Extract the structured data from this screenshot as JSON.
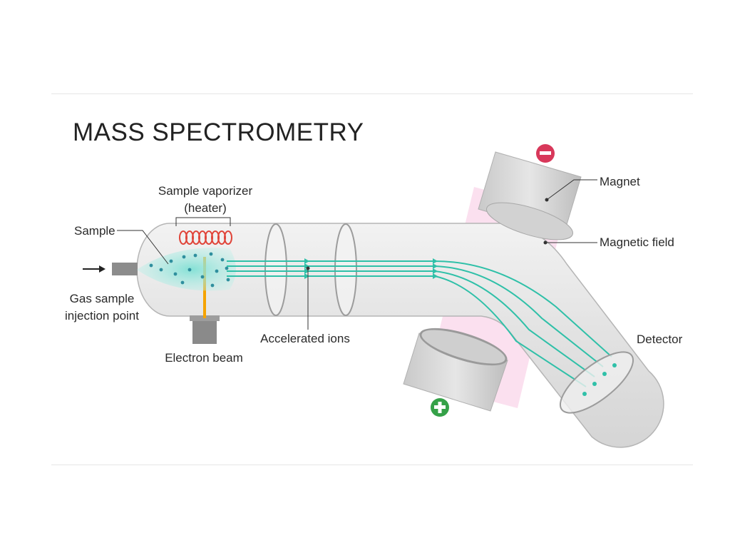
{
  "title": "MASS SPECTROMETRY",
  "labels": {
    "sample_vaporizer_line1": "Sample vaporizer",
    "sample_vaporizer_line2": "(heater)",
    "sample": "Sample",
    "gas_sample_line1": "Gas sample",
    "gas_sample_line2": "injection point",
    "electron_beam": "Electron beam",
    "accelerated_ions": "Accelerated ions",
    "magnet": "Magnet",
    "magnetic_field": "Magnetic field",
    "detector": "Detector"
  },
  "colors": {
    "tube": "#e4e4e4",
    "tube_stroke": "#b9b9b9",
    "ion_beam": "#2fc0a8",
    "heater_coil": "#e0453a",
    "electron_beam": "#f5a300",
    "magnetic_field": "#f7c6e2",
    "negative_pole": "#d8385a",
    "positive_pole": "#35a148"
  },
  "icons": {
    "negative": "minus-icon",
    "positive": "plus-icon",
    "arrow": "arrow-right-icon"
  }
}
